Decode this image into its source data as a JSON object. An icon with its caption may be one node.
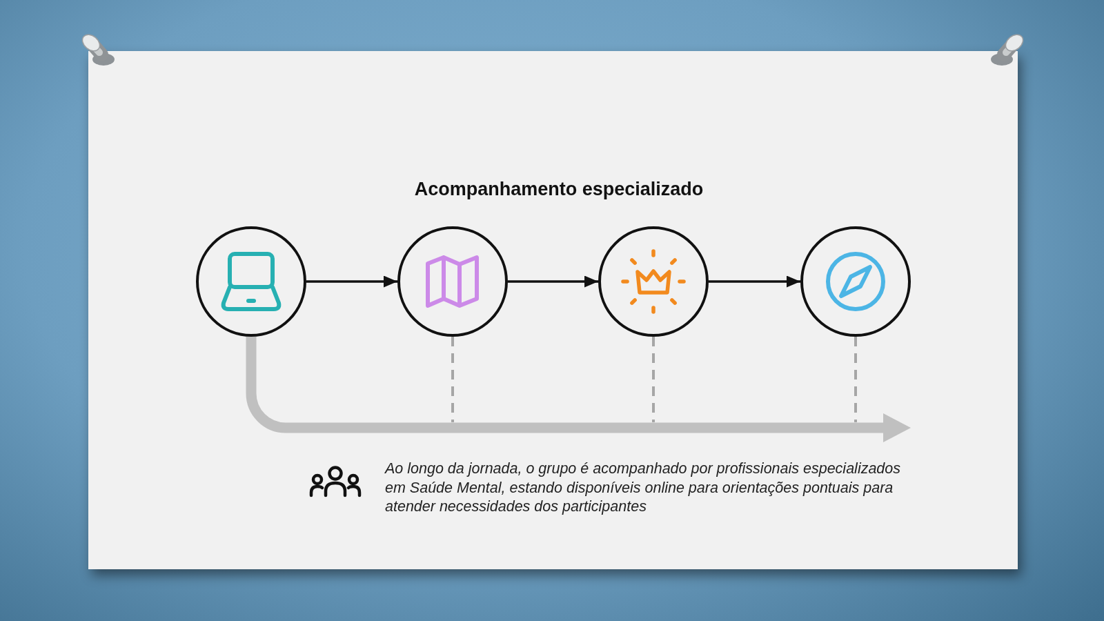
{
  "diagram": {
    "title": "Acompanhamento especializado",
    "nodes": [
      {
        "text": [],
        "shape": "circle"
      },
      {
        "text": [],
        "shape": "circle"
      },
      {
        "text": [],
        "shape": "circle"
      },
      {
        "text": [],
        "shape": "circle"
      }
    ],
    "edges": [
      {
        "from": 0,
        "to": 1,
        "arrow": "to"
      },
      {
        "from": 1,
        "to": 2,
        "arrow": "to"
      },
      {
        "from": 2,
        "to": 3,
        "arrow": "to"
      },
      {
        "from": 0,
        "to": null,
        "arrow": "to",
        "style": "thick",
        "color": "#c0c0c0"
      },
      {
        "from": 1,
        "to": null,
        "arrow": "none",
        "style": "dashed",
        "color": "#a6a6a6"
      },
      {
        "from": 2,
        "to": null,
        "arrow": "none",
        "style": "dashed",
        "color": "#a6a6a6"
      },
      {
        "from": 3,
        "to": null,
        "arrow": "none",
        "style": "dashed",
        "color": "#a6a6a6"
      }
    ],
    "labels": [
      "Ao longo da jornada, o grupo é acompanhado por profissionais especializados em Saúde Mental, estando disponíveis online para orientações pontuais para atender necessidades dos participantes"
    ]
  }
}
